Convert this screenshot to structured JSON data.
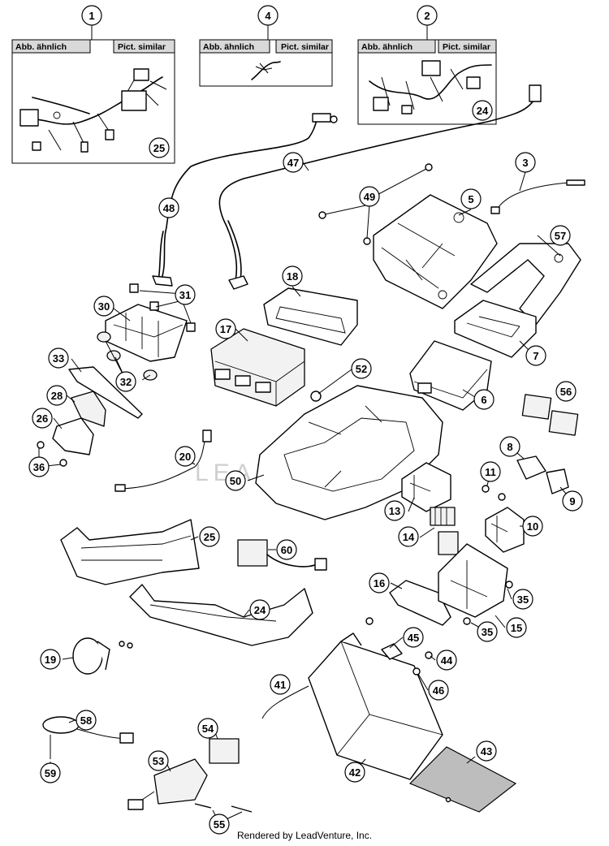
{
  "insets": {
    "left_label": "Abb. ähnlich",
    "right_label": "Pict. similar"
  },
  "callouts": [
    {
      "id": "1",
      "label": "1"
    },
    {
      "id": "4",
      "label": "4"
    },
    {
      "id": "2",
      "label": "2"
    },
    {
      "id": "25-inset",
      "label": "25"
    },
    {
      "id": "24-inset",
      "label": "24"
    },
    {
      "id": "47",
      "label": "47"
    },
    {
      "id": "3",
      "label": "3"
    },
    {
      "id": "48",
      "label": "48"
    },
    {
      "id": "49",
      "label": "49"
    },
    {
      "id": "5",
      "label": "5"
    },
    {
      "id": "57",
      "label": "57"
    },
    {
      "id": "18",
      "label": "18"
    },
    {
      "id": "31",
      "label": "31"
    },
    {
      "id": "30",
      "label": "30"
    },
    {
      "id": "17",
      "label": "17"
    },
    {
      "id": "7",
      "label": "7"
    },
    {
      "id": "33",
      "label": "33"
    },
    {
      "id": "52",
      "label": "52"
    },
    {
      "id": "32",
      "label": "32"
    },
    {
      "id": "6",
      "label": "6"
    },
    {
      "id": "56",
      "label": "56"
    },
    {
      "id": "28",
      "label": "28"
    },
    {
      "id": "26",
      "label": "26"
    },
    {
      "id": "8",
      "label": "8"
    },
    {
      "id": "20",
      "label": "20"
    },
    {
      "id": "36",
      "label": "36"
    },
    {
      "id": "11",
      "label": "11"
    },
    {
      "id": "50",
      "label": "50"
    },
    {
      "id": "9",
      "label": "9"
    },
    {
      "id": "13",
      "label": "13"
    },
    {
      "id": "10",
      "label": "10"
    },
    {
      "id": "14",
      "label": "14"
    },
    {
      "id": "25",
      "label": "25"
    },
    {
      "id": "60",
      "label": "60"
    },
    {
      "id": "16",
      "label": "16"
    },
    {
      "id": "35a",
      "label": "35"
    },
    {
      "id": "24",
      "label": "24"
    },
    {
      "id": "35b",
      "label": "35"
    },
    {
      "id": "15",
      "label": "15"
    },
    {
      "id": "19",
      "label": "19"
    },
    {
      "id": "45",
      "label": "45"
    },
    {
      "id": "44",
      "label": "44"
    },
    {
      "id": "46",
      "label": "46"
    },
    {
      "id": "41",
      "label": "41"
    },
    {
      "id": "58",
      "label": "58"
    },
    {
      "id": "54",
      "label": "54"
    },
    {
      "id": "43",
      "label": "43"
    },
    {
      "id": "59",
      "label": "59"
    },
    {
      "id": "53",
      "label": "53"
    },
    {
      "id": "42",
      "label": "42"
    },
    {
      "id": "55",
      "label": "55"
    }
  ],
  "watermark": "LEADVENTURE",
  "footer": "Rendered by LeadVenture, Inc."
}
